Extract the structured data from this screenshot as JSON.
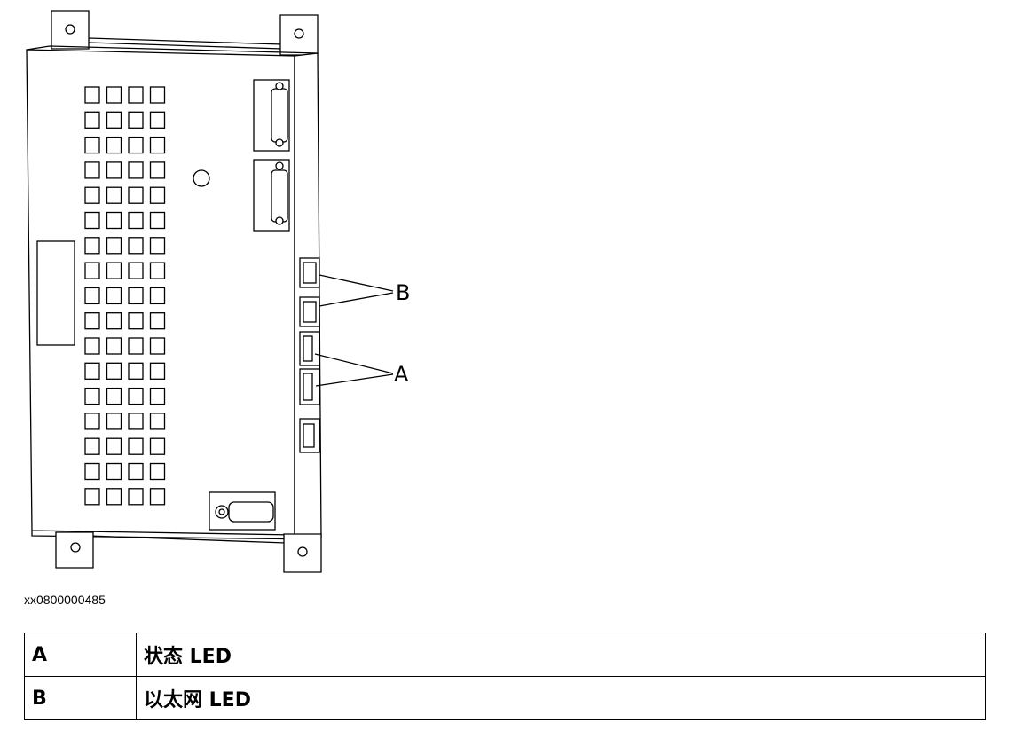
{
  "figure": {
    "callouts": [
      "B",
      "A"
    ],
    "image_id": "xx0800000485"
  },
  "legend": {
    "rows": [
      {
        "key": "A",
        "description": "状态 LED"
      },
      {
        "key": "B",
        "description": "以太网 LED"
      }
    ]
  }
}
